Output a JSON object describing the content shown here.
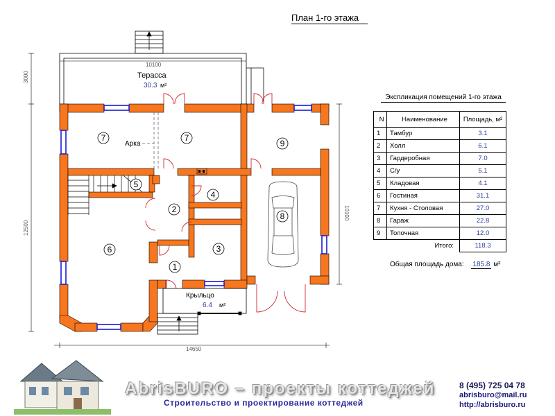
{
  "plan_title": "План 1-го этажа",
  "labels": {
    "terrace": "Терасса",
    "terrace_area": "30.3",
    "terrace_unit": "м²",
    "arch": "Арка",
    "porch": "Крыльцо",
    "porch_area": "6.4",
    "porch_unit": "м²"
  },
  "dimensions": {
    "d10100_top": "10100",
    "d3000": "3000",
    "d12500": "12500",
    "d10100_right": "10100",
    "d14650": "14650"
  },
  "room_numbers": [
    "7",
    "7",
    "9",
    "5",
    "2",
    "4",
    "8",
    "6",
    "3",
    "1"
  ],
  "explication": {
    "title": "Экспликация помещений 1-го этажа",
    "headers": {
      "n": "N",
      "name": "Наименование",
      "area": "Площадь, м²"
    },
    "rows": [
      {
        "n": "1",
        "name": "Тамбур",
        "area": "3.1"
      },
      {
        "n": "2",
        "name": "Холл",
        "area": "6.1"
      },
      {
        "n": "3",
        "name": "Гардеробная",
        "area": "7.0"
      },
      {
        "n": "4",
        "name": "С/у",
        "area": "5.1"
      },
      {
        "n": "5",
        "name": "Кладовая",
        "area": "4.1"
      },
      {
        "n": "6",
        "name": "Гостиная",
        "area": "31.1"
      },
      {
        "n": "7",
        "name": "Кухня - Столовая",
        "area": "27.0"
      },
      {
        "n": "8",
        "name": "Гараж",
        "area": "22.8"
      },
      {
        "n": "9",
        "name": "Топочная",
        "area": "12.0"
      }
    ],
    "total_label": "Итого:",
    "total_value": "118.3"
  },
  "total_house_area": {
    "label": "Общая площадь дома:",
    "value": "185.8",
    "unit": "м²"
  },
  "footer": {
    "brand": "AbrisBURO – проекты коттеджей",
    "tagline": "Строительство и проектирование коттеджей",
    "phone": "8 (495) 725 04 78",
    "email": "abrisburo@mail.ru",
    "site": "http://abrisburo.ru"
  },
  "colors": {
    "wall": "#f7761e",
    "window": "#1a1ad6",
    "text_blue": "#2a3d9c",
    "door": "#d4242c"
  }
}
